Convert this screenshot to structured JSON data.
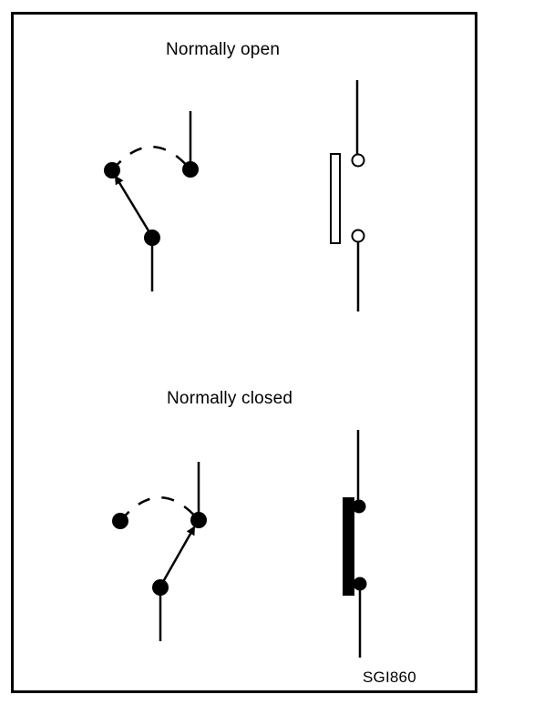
{
  "sections": {
    "open": {
      "title": "Normally open"
    },
    "closed": {
      "title": "Normally closed"
    }
  },
  "figure_code": "SGI860",
  "colors": {
    "ink": "#000000",
    "paper": "#ffffff"
  }
}
